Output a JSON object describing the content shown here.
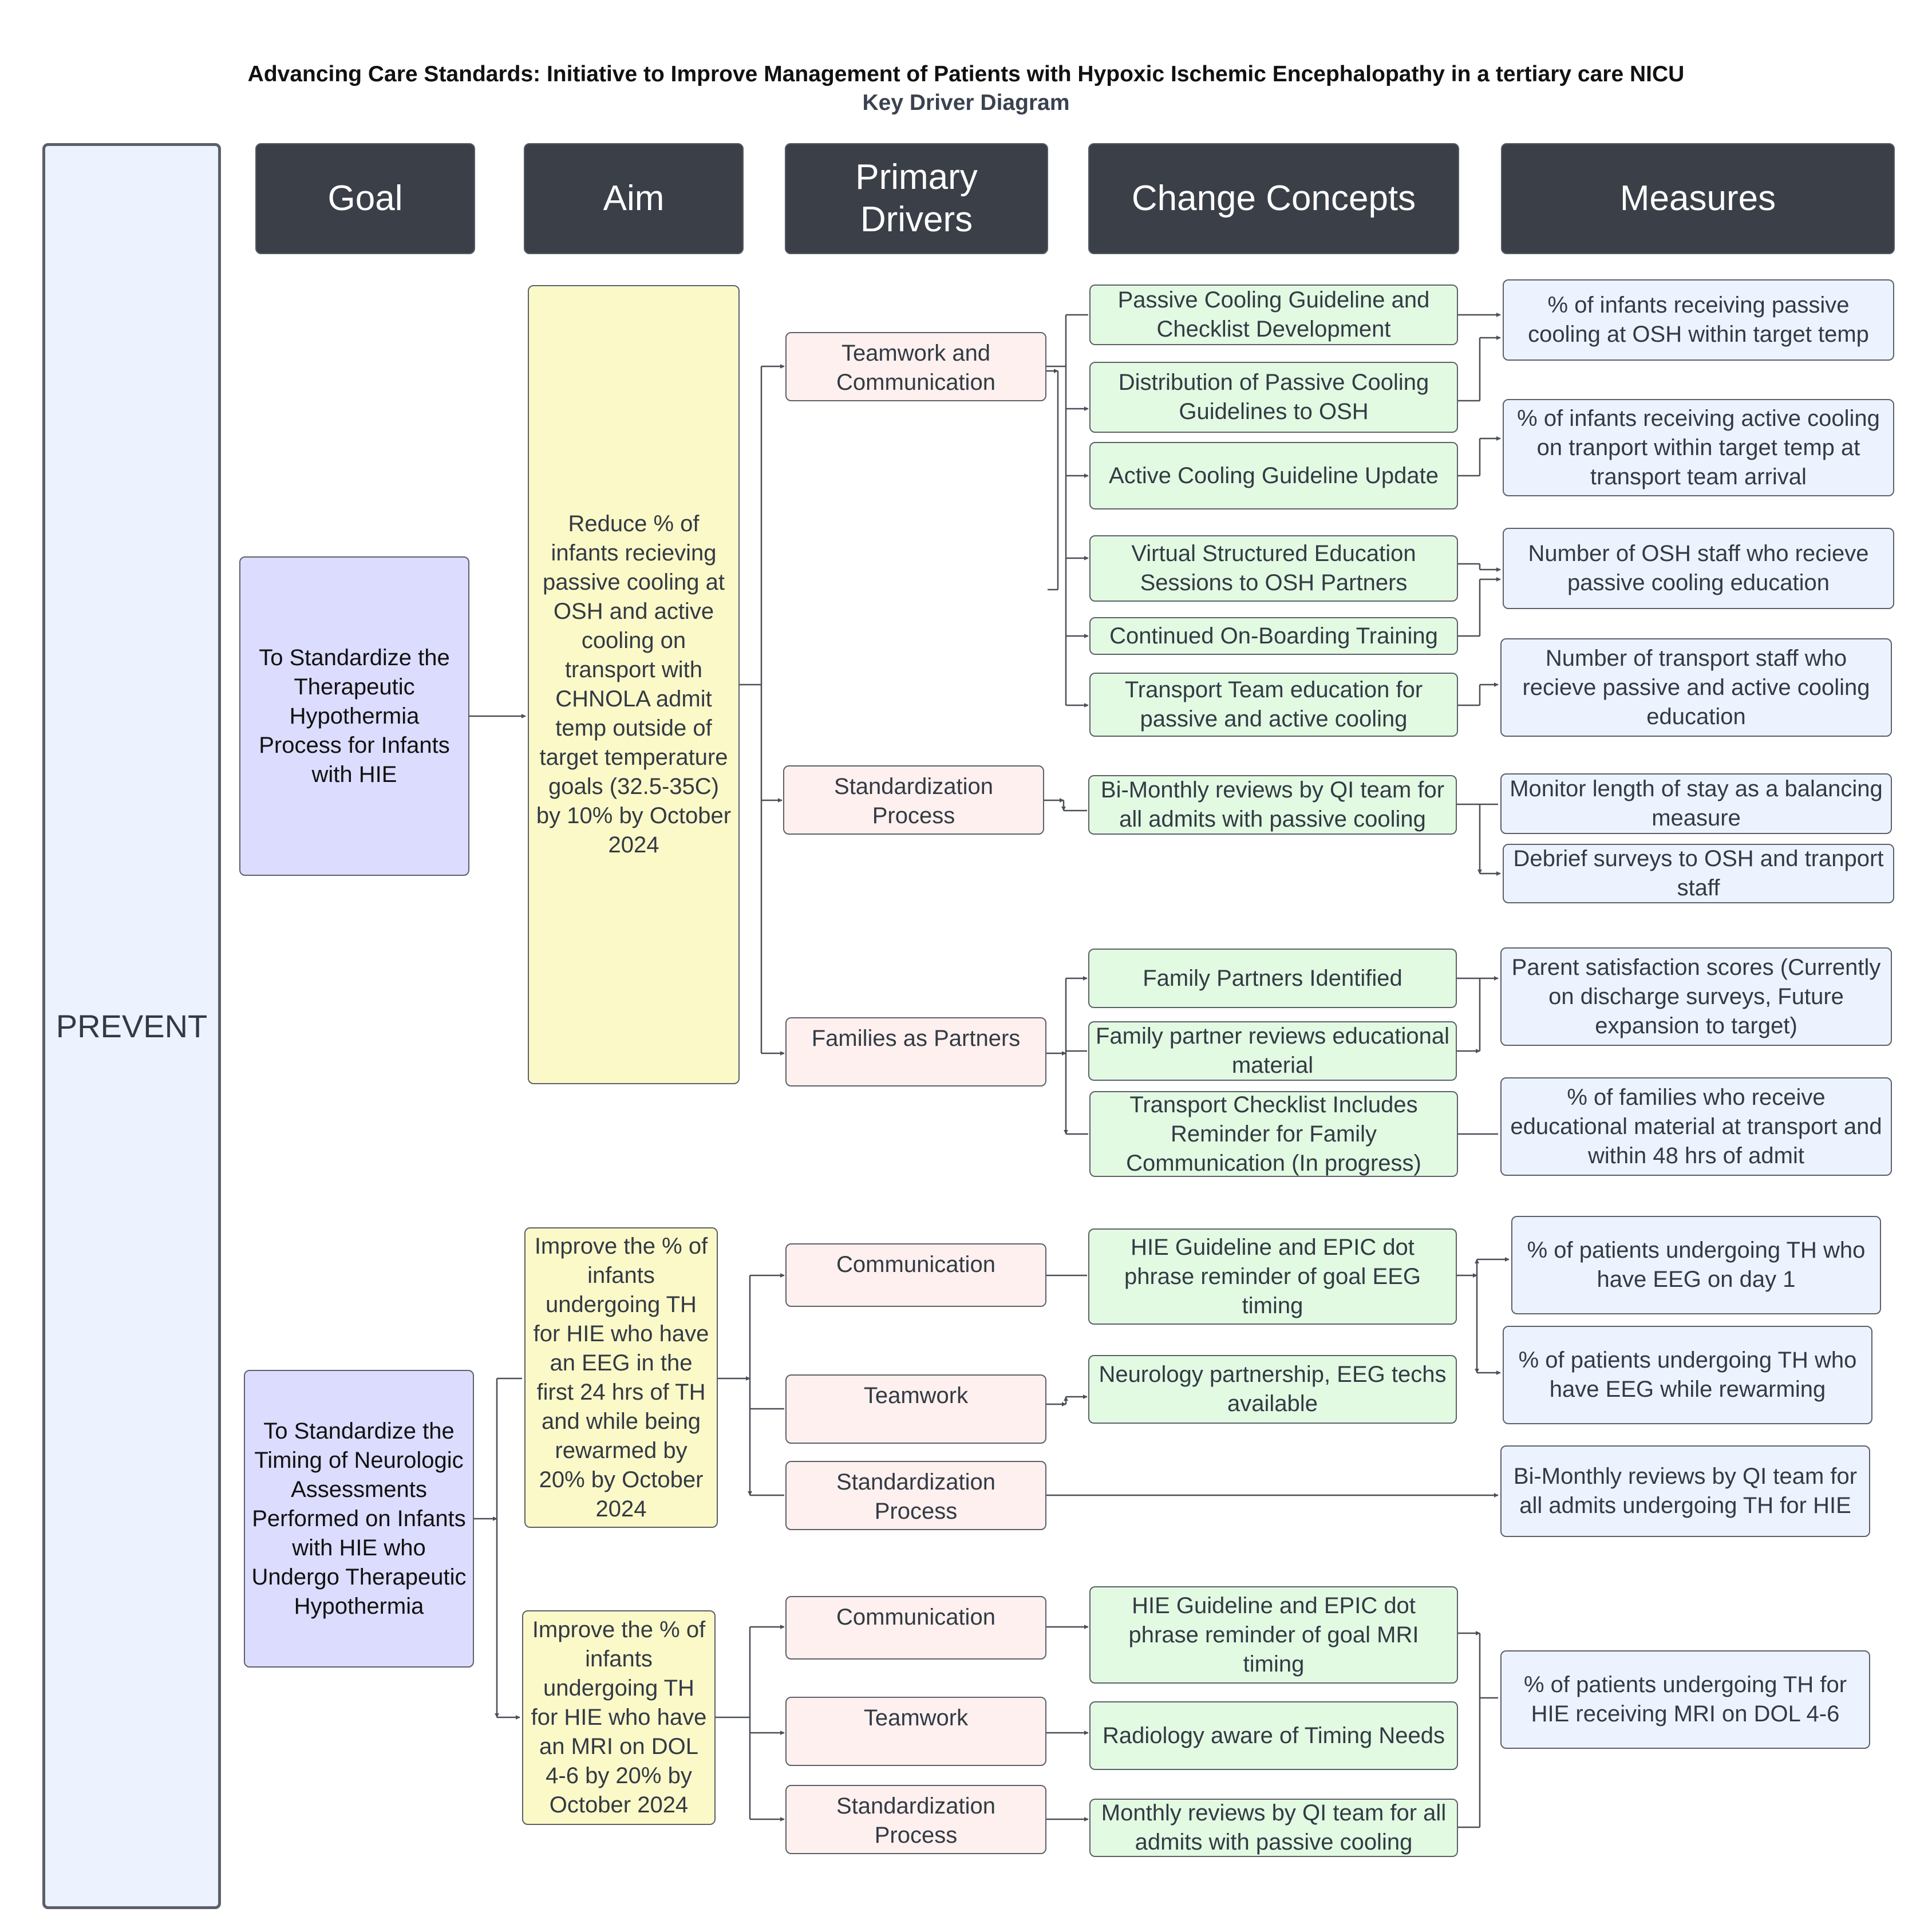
{
  "title": "Advancing Care Standards: Initiative to Improve Management of Patients with Hypoxic Ischemic Encephalopathy in a tertiary care NICU",
  "subtitle": "Key Driver Diagram",
  "headers": {
    "goal": "Goal",
    "aim": "Aim",
    "primary_drivers": "Primary\nDrivers",
    "change_concepts": "Change Concepts",
    "measures": "Measures"
  },
  "prevent_label": "PREVENT",
  "goals": {
    "g1": "To Standardize the Therapeutic Hypothermia Process for Infants with HIE",
    "g2": "To Standardize the Timing of Neurologic Assessments Performed on Infants with HIE who Undergo Therapeutic Hypothermia"
  },
  "aims": {
    "a1": "Reduce % of infants recieving passive cooling at OSH and active cooling on transport with CHNOLA admit temp outside of target temperature goals (32.5-35C) by 10% by October 2024",
    "a2": "Improve the % of infants undergoing TH for HIE who have an EEG in the first 24 hrs of TH and while being rewarmed by 20% by October 2024",
    "a3": "Improve the % of infants undergoing TH for HIE who have an MRI on DOL 4-6 by 20% by October 2024"
  },
  "primary_drivers": {
    "p1": "Teamwork and Communication",
    "p2": "Standardization Process",
    "p3": "Families as Partners",
    "p4": "Communication",
    "p5": "Teamwork",
    "p6": "Standardization Process",
    "p7": "Communication",
    "p8": "Teamwork",
    "p9": "Standardization Process"
  },
  "change_concepts": {
    "c1": "Passive Cooling Guideline and Checklist Development",
    "c2": "Distribution of Passive Cooling Guidelines to OSH",
    "c3": "Active Cooling Guideline Update",
    "c4": "Virtual Structured Education Sessions to OSH Partners",
    "c5": "Continued On-Boarding Training",
    "c6": "Transport Team education for passive and active cooling",
    "c7": "Bi-Monthly reviews by QI team for all admits with passive cooling",
    "c8": "Family Partners Identified",
    "c9": "Family partner reviews educational material",
    "c10": "Transport Checklist Includes Reminder for Family Communication (In progress)",
    "c11": "HIE Guideline and EPIC dot phrase reminder of goal EEG timing",
    "c12": "Neurology partnership, EEG techs available",
    "c13": "HIE Guideline and EPIC dot phrase reminder of goal MRI timing",
    "c14": "Radiology aware of Timing Needs",
    "c15": "Monthly reviews by QI team for all admits with passive cooling"
  },
  "measures": {
    "m1": "% of infants receiving passive cooling at OSH within target temp",
    "m2": "% of infants receiving active cooling on tranport within target temp at transport team arrival",
    "m3": "Number of OSH staff who recieve passive cooling education",
    "m4": "Number of transport staff who recieve passive and active cooling education",
    "m5": "Monitor length of stay as a balancing measure",
    "m6": "Debrief surveys to OSH and tranport staff",
    "m7": "Parent satisfaction scores (Currently on discharge surveys, Future expansion to target)",
    "m8": "% of families who receive educational material at transport and within 48 hrs of admit",
    "m9": "% of patients undergoing TH who have EEG on day 1",
    "m10": "% of patients undergoing TH who have EEG while rewarming",
    "m11": "Bi-Monthly reviews by QI team for all admits undergoing TH for HIE",
    "m12": "% of patients undergoing TH for HIE receiving MRI on DOL 4-6"
  },
  "colors": {
    "header_bg": "#3b3f48",
    "prevent_bg": "#ecf3ff",
    "goal_bg": "#dcdcff",
    "aim_bg": "#fbf9c8",
    "driver_bg": "#fdf0ee",
    "change_bg": "#e2fae2",
    "measure_bg": "#ecf3ff",
    "connector": "#4a4f57"
  }
}
